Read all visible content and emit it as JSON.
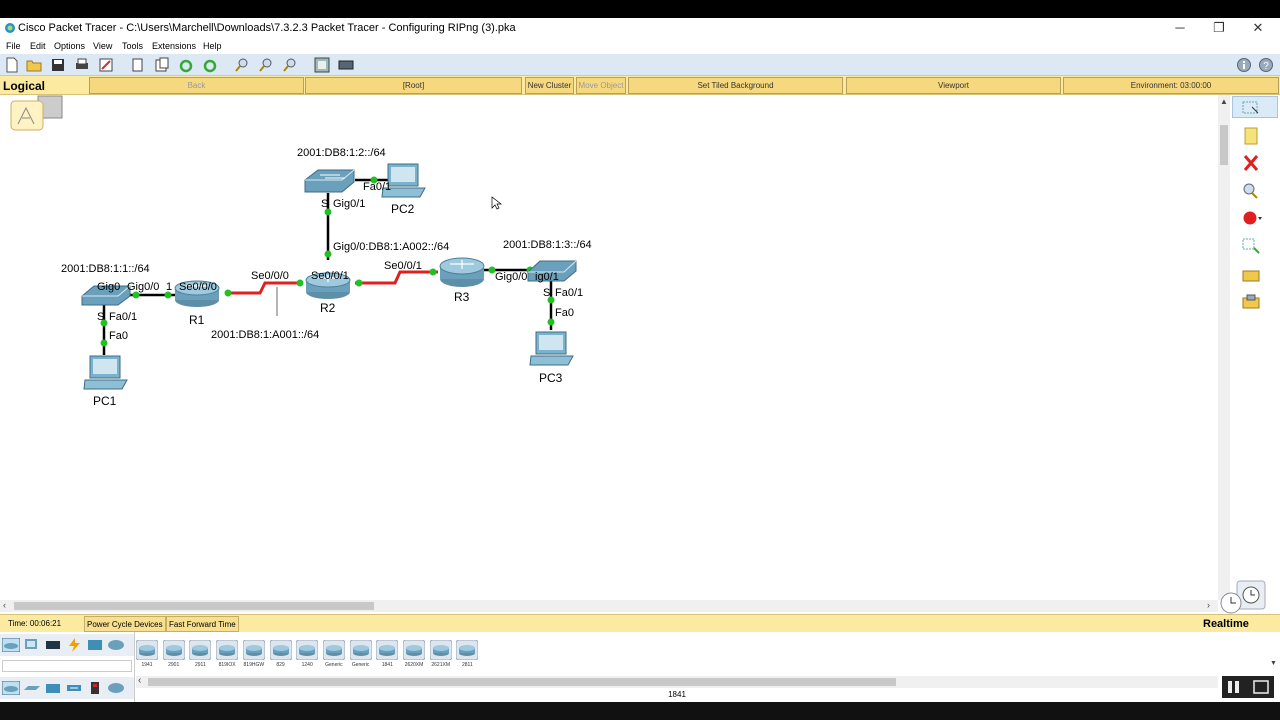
{
  "window": {
    "title": "Cisco Packet Tracer - C:\\Users\\Marchell\\Downloads\\7.3.2.3 Packet Tracer - Configuring RIPng (3).pka",
    "min": "─",
    "max": "❐",
    "close": "✕"
  },
  "menu": [
    "File",
    "Edit",
    "Options",
    "View",
    "Tools",
    "Extensions",
    "Help"
  ],
  "workspace_bar": {
    "mode": "Logical",
    "back": "Back",
    "root": "[Root]",
    "new_cluster": "New Cluster",
    "move_object": "Move Object",
    "tiled_bg": "Set Tiled Background",
    "viewport": "Viewport",
    "environment": "Environment: 03:00:00"
  },
  "topology": {
    "labels": {
      "net_pc2": "2001:DB8:1:2::/64",
      "net_pc1": "2001:DB8:1:1::/64",
      "net_pc3": "2001:DB8:1:3::/64",
      "net_r1r2": "2001:DB8:1:A001::/64",
      "net_r2r3": "Gig0/0:DB8:1:A002::/64"
    },
    "devices": {
      "pc1": "PC1",
      "pc2": "PC2",
      "pc3": "PC3",
      "r1": "R1",
      "r2": "R2",
      "r3": "R3"
    },
    "ports": {
      "s2_fa01": "Fa0/1",
      "s2_gig01": "Gig0/1",
      "s2_s": "S",
      "s1_gig0": "Gig0",
      "s1_gig001": "Gig0/0",
      "s1_1": "1",
      "r1_se000": "Se0/0/0",
      "r2_se000": "Se0/0/0",
      "r2_se001": "Se0/0/1",
      "r3_se001": "Se0/0/1",
      "r3_gig00": "Gig0/0",
      "s3_gig01": "ig0/1",
      "s1_s": "S",
      "s1_fa01": "Fa0/1",
      "pc1_fa0": "Fa0",
      "s3_s": "S",
      "s3_fa01": "Fa0/1",
      "pc3_fa0": "Fa0"
    }
  },
  "status": {
    "time": "Time: 00:06:21",
    "power_cycle": "Power Cycle Devices",
    "fast_forward": "Fast Forward Time",
    "realtime": "Realtime"
  },
  "device_models": [
    "1941",
    "2901",
    "2911",
    "819IOX",
    "819HGW",
    "829",
    "1240",
    "Generic",
    "Generic",
    "1841",
    "2620XM",
    "2621XM",
    "2811"
  ],
  "selected_model": "1841",
  "colors": {
    "serial_link": "#e02020",
    "link_up": "#22c022",
    "workspace_bar": "#fceaa1",
    "toolbar": "#dce9f5"
  }
}
